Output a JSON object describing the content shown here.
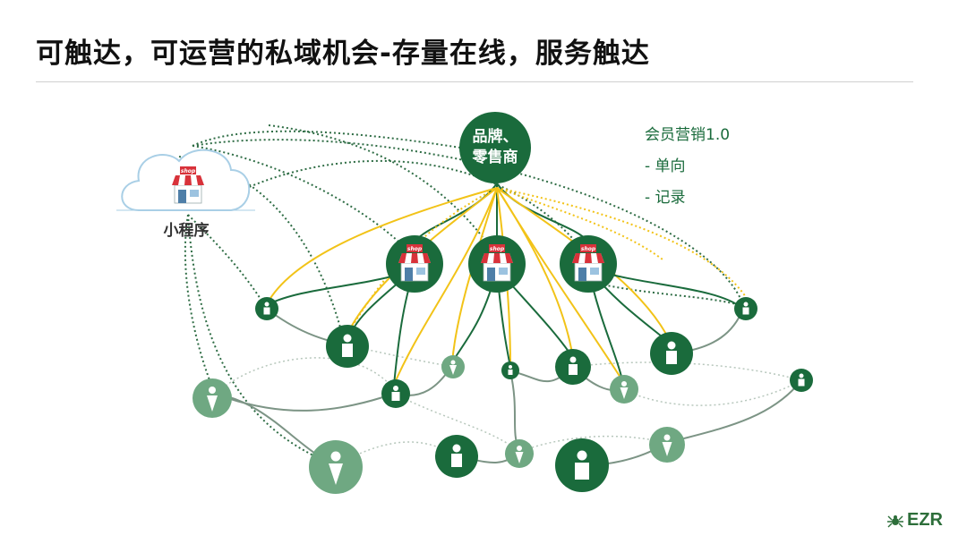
{
  "page": {
    "title": "可触达，可运营的私域机会-存量在线，服务触达",
    "brand": "EZR"
  },
  "diagram": {
    "hub_label_line1": "品牌、",
    "hub_label_line2": "零售商",
    "cloud_label": "小程序",
    "shop_sign": "shop"
  },
  "legend": {
    "heading": "会员营销1.0",
    "items": [
      "- 单向",
      "- 记录"
    ]
  },
  "colors": {
    "dark_green": "#1a6b3c",
    "light_green": "#6fa882",
    "yellow": "#f2c318",
    "dotted_green": "#2f6d45",
    "dotted_grey": "#b7c7bc"
  }
}
